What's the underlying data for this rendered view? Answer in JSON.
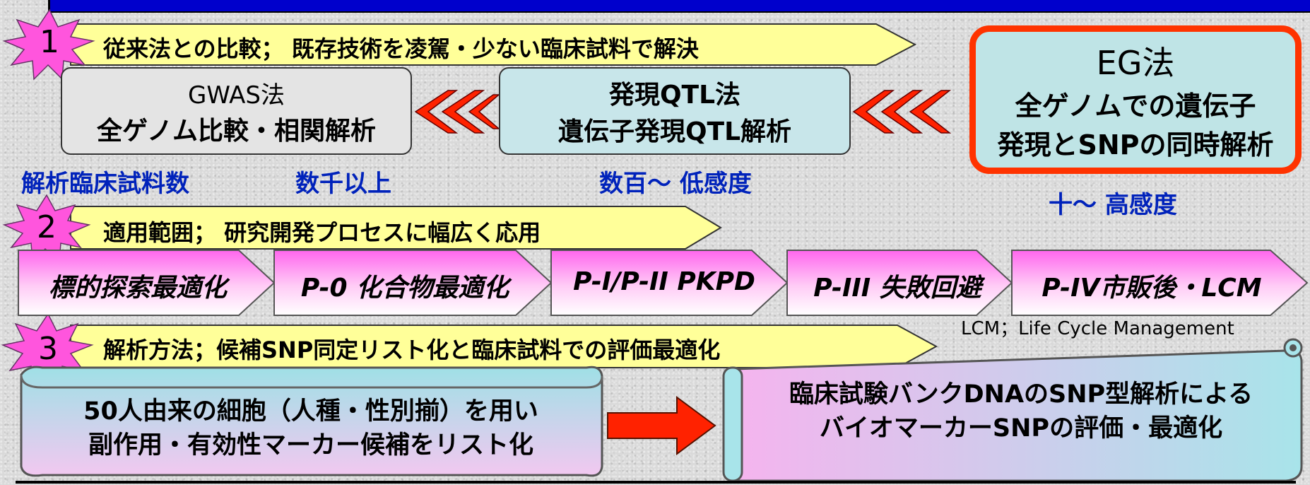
{
  "section1": {
    "number": "1",
    "banner": "従来法との比較；  既存技術を凌駕・少ない臨床試料で解決",
    "gwas": {
      "line1": "GWAS法",
      "line2": "全ゲノム比較・相関解析"
    },
    "qtl": {
      "line1": "発現QTL法",
      "line2": "遺伝子発現QTL解析"
    },
    "eg": {
      "line1": "EG法",
      "line2": "全ゲノムでの遺伝子",
      "line3": "発現とSNPの同時解析"
    },
    "sample_label": "解析臨床試料数",
    "gwas_count": "数千以上",
    "qtl_count": "数百～   低感度",
    "eg_count": "十～   高感度"
  },
  "section2": {
    "number": "2",
    "banner": "適用範囲；  研究開発プロセスに幅広く応用",
    "phases": [
      "標的探索最適化",
      "P-0 化合物最適化",
      "P-I/P-II  PKPD",
      "P-III  失敗回避",
      "P-IV市販後・LCM"
    ],
    "lcm_note": "LCM；Life   Cycle   Management"
  },
  "section3": {
    "number": "3",
    "banner": "解析方法；候補SNP同定リスト化と臨床試料での評価最適化",
    "left_box": {
      "line1": "50人由来の細胞（人種・性別揃）を用い",
      "line2": "副作用・有効性マーカー候補をリスト化"
    },
    "right_box": {
      "line1": "臨床試験バンクDNAのSNP型解析による",
      "line2": "バイオマーカーSNPの評価・最適化"
    }
  },
  "colors": {
    "top_bar": "#0000cc",
    "banner_fill": "#ffff99",
    "star_fill": "#ff55dd",
    "arrow_red": "#ff2200",
    "eg_border": "#ff3300",
    "accent_blue": "#0022bb",
    "phase_fill_start": "#ff77ee",
    "phase_fill_end": "#ffffff"
  },
  "icons": [
    "starburst-icon",
    "chevron-left-icon",
    "right-arrow-icon",
    "scroll-icon"
  ]
}
